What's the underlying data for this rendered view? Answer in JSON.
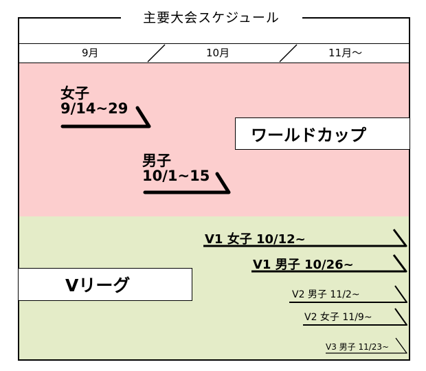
{
  "title": "主要大会スケジュール",
  "months": [
    "9月",
    "10月",
    "11月〜"
  ],
  "world_cup": {
    "label": "ワールドカップ",
    "events": [
      {
        "name": "女子",
        "dates": "9/14~29"
      },
      {
        "name": "男子",
        "dates": "10/1~15"
      }
    ]
  },
  "v_league": {
    "label": "Vリーグ",
    "events": [
      "V1 女子 10/12~",
      "V1 男子 10/26~",
      "V2 男子 11/2~",
      "V2 女子 11/9~",
      "V3 男子 11/23~"
    ]
  }
}
